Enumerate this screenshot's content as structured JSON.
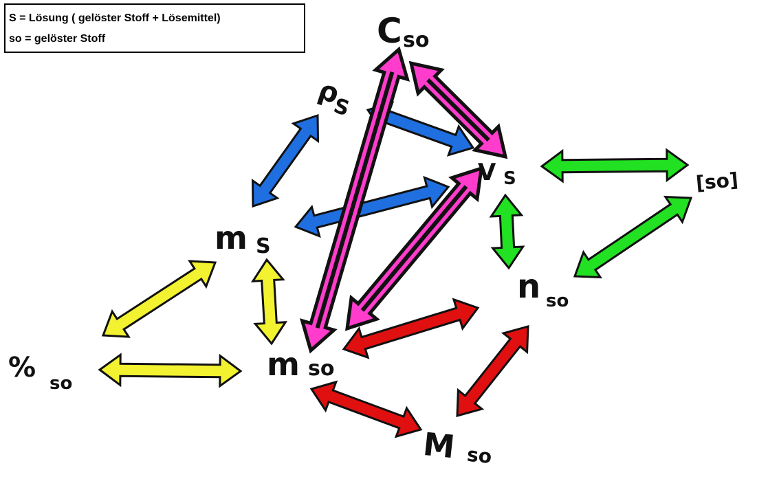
{
  "legend": {
    "line1": "S =  Lösung ( gelöster Stoff + Lösemittel)",
    "line2": "so = gelöster Stoff"
  },
  "nodes": {
    "c": {
      "main": "C",
      "sub": "so"
    },
    "rho": {
      "main": "ρ",
      "sub": "S"
    },
    "v": {
      "main": "V",
      "sub": "S"
    },
    "conc": {
      "main": "[so]",
      "sub": ""
    },
    "ms": {
      "main": "m",
      "sub": "S"
    },
    "n": {
      "main": "n",
      "sub": "so"
    },
    "percent": {
      "main": "%",
      "sub": "so"
    },
    "mso": {
      "main": "m",
      "sub": "so"
    },
    "molar": {
      "main": "M",
      "sub": "so"
    }
  },
  "colors": {
    "blue": "#1f6fe0",
    "green": "#22e022",
    "yellow": "#f2f230",
    "red": "#e01010",
    "magenta": "#ff3ccc",
    "outline": "#111111"
  },
  "arrows": [
    {
      "id": "rho-v",
      "color": "blue"
    },
    {
      "id": "rho-ms",
      "color": "blue"
    },
    {
      "id": "ms-v",
      "color": "blue"
    },
    {
      "id": "v-conc",
      "color": "green"
    },
    {
      "id": "v-n",
      "color": "green"
    },
    {
      "id": "n-conc",
      "color": "green"
    },
    {
      "id": "ms-percent",
      "color": "yellow"
    },
    {
      "id": "ms-mso",
      "color": "yellow"
    },
    {
      "id": "percent-mso",
      "color": "yellow"
    },
    {
      "id": "mso-n",
      "color": "red"
    },
    {
      "id": "mso-molar",
      "color": "red"
    },
    {
      "id": "molar-n",
      "color": "red"
    },
    {
      "id": "c-mso",
      "color": "magenta"
    },
    {
      "id": "c-v",
      "color": "magenta"
    },
    {
      "id": "v-mso",
      "color": "magenta"
    }
  ]
}
